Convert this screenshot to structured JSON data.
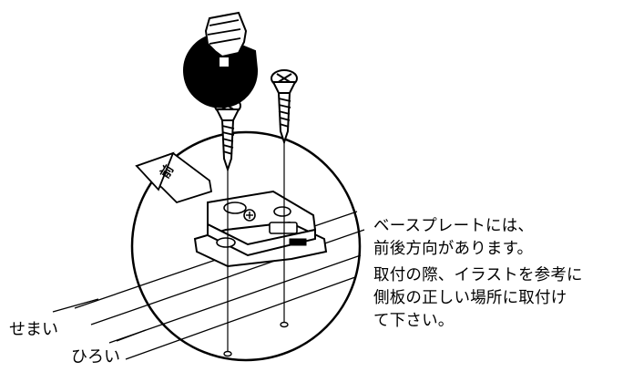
{
  "notes": {
    "line1": "ベースプレートには、",
    "line2": "前後方向があります。",
    "line3": "取付の際、イラストを参考に",
    "line4": "側板の正しい場所に取付け",
    "line5": "て下さい。"
  },
  "labels": {
    "narrow": "せまい",
    "wide": "ひろい",
    "front": "前"
  },
  "icons": {
    "hand": "hand-with-screwdriver-icon",
    "screw": "wood-screw-icon",
    "plate": "hinge-base-plate-icon"
  },
  "colors": {
    "ink": "#000000",
    "paper": "#ffffff"
  }
}
